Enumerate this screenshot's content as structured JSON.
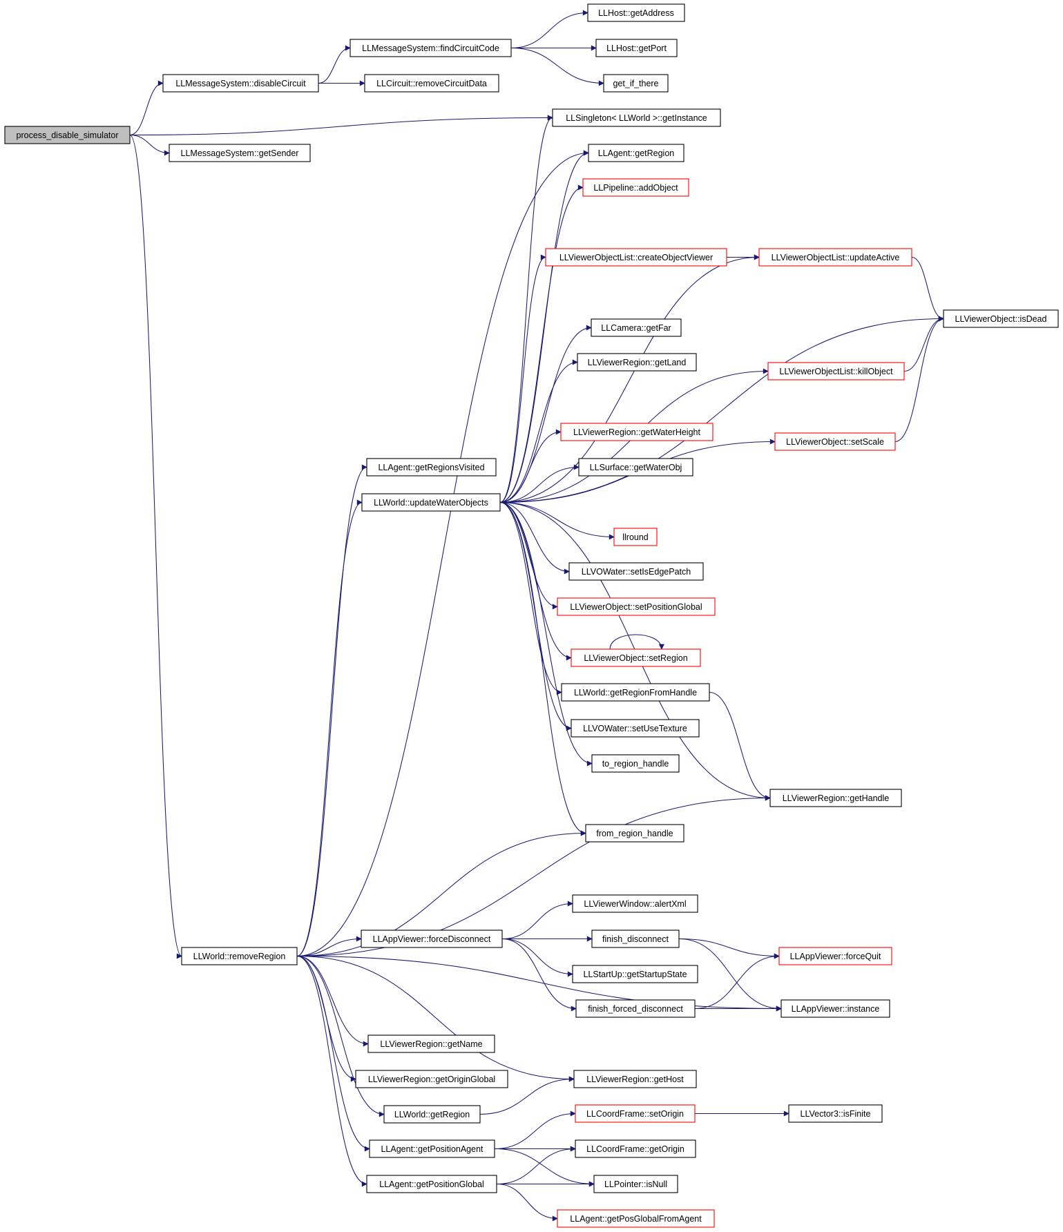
{
  "colors": {
    "edge": "#191970",
    "node_border": "#000000",
    "truncated_node_border": "#ff0000",
    "root_fill": "#bfbfbf"
  },
  "nodes": [
    {
      "id": "process_disable_simulator",
      "label": "process_disable_simulator",
      "root": true
    },
    {
      "id": "disableCircuit",
      "label": "LLMessageSystem::disableCircuit"
    },
    {
      "id": "findCircuitCode",
      "label": "LLMessageSystem::findCircuitCode"
    },
    {
      "id": "getAddress",
      "label": "LLHost::getAddress"
    },
    {
      "id": "getPort",
      "label": "LLHost::getPort"
    },
    {
      "id": "get_if_there",
      "label": "get_if_there"
    },
    {
      "id": "removeCircuitData",
      "label": "LLCircuit::removeCircuitData"
    },
    {
      "id": "getInstance",
      "label": "LLSingleton< LLWorld >::getInstance"
    },
    {
      "id": "getSender",
      "label": "LLMessageSystem::getSender"
    },
    {
      "id": "agentGetRegion",
      "label": "LLAgent::getRegion"
    },
    {
      "id": "addObject",
      "label": "LLPipeline::addObject",
      "red": true
    },
    {
      "id": "createObjectViewer",
      "label": "LLViewerObjectList::createObjectViewer",
      "red": true
    },
    {
      "id": "updateActive",
      "label": "LLViewerObjectList::updateActive",
      "red": true
    },
    {
      "id": "isDead",
      "label": "LLViewerObject::isDead"
    },
    {
      "id": "getFar",
      "label": "LLCamera::getFar"
    },
    {
      "id": "getLand",
      "label": "LLViewerRegion::getLand"
    },
    {
      "id": "killObject",
      "label": "LLViewerObjectList::killObject",
      "red": true
    },
    {
      "id": "getWaterHeight",
      "label": "LLViewerRegion::getWaterHeight",
      "red": true
    },
    {
      "id": "setScale",
      "label": "LLViewerObject::setScale",
      "red": true
    },
    {
      "id": "getRegionsVisited",
      "label": "LLAgent::getRegionsVisited"
    },
    {
      "id": "getWaterObj",
      "label": "LLSurface::getWaterObj"
    },
    {
      "id": "updateWaterObjects",
      "label": "LLWorld::updateWaterObjects"
    },
    {
      "id": "llround",
      "label": "llround",
      "red": true
    },
    {
      "id": "setIsEdgePatch",
      "label": "LLVOWater::setIsEdgePatch"
    },
    {
      "id": "setPositionGlobal",
      "label": "LLViewerObject::setPositionGlobal",
      "red": true
    },
    {
      "id": "setRegion",
      "label": "LLViewerObject::setRegion",
      "red": true
    },
    {
      "id": "getRegionFromHandle",
      "label": "LLWorld::getRegionFromHandle"
    },
    {
      "id": "setUseTexture",
      "label": "LLVOWater::setUseTexture"
    },
    {
      "id": "to_region_handle",
      "label": "to_region_handle"
    },
    {
      "id": "getHandle",
      "label": "LLViewerRegion::getHandle"
    },
    {
      "id": "from_region_handle",
      "label": "from_region_handle"
    },
    {
      "id": "alertXml",
      "label": "LLViewerWindow::alertXml"
    },
    {
      "id": "removeRegion",
      "label": "LLWorld::removeRegion"
    },
    {
      "id": "forceDisconnect",
      "label": "LLAppViewer::forceDisconnect"
    },
    {
      "id": "finish_disconnect",
      "label": "finish_disconnect"
    },
    {
      "id": "forceQuit",
      "label": "LLAppViewer::forceQuit",
      "red": true
    },
    {
      "id": "getStartupState",
      "label": "LLStartUp::getStartupState"
    },
    {
      "id": "finish_forced_disconnect",
      "label": "finish_forced_disconnect"
    },
    {
      "id": "instance",
      "label": "LLAppViewer::instance"
    },
    {
      "id": "getName",
      "label": "LLViewerRegion::getName"
    },
    {
      "id": "getOriginGlobal",
      "label": "LLViewerRegion::getOriginGlobal"
    },
    {
      "id": "getHost",
      "label": "LLViewerRegion::getHost"
    },
    {
      "id": "worldGetRegion",
      "label": "LLWorld::getRegion"
    },
    {
      "id": "setOrigin",
      "label": "LLCoordFrame::setOrigin",
      "red": true
    },
    {
      "id": "isFinite",
      "label": "LLVector3::isFinite"
    },
    {
      "id": "getPositionAgent",
      "label": "LLAgent::getPositionAgent"
    },
    {
      "id": "getOrigin",
      "label": "LLCoordFrame::getOrigin"
    },
    {
      "id": "isNull",
      "label": "LLPointer::isNull"
    },
    {
      "id": "getPositionGlobal",
      "label": "LLAgent::getPositionGlobal"
    },
    {
      "id": "getPosGlobalFromAgent",
      "label": "LLAgent::getPosGlobalFromAgent",
      "red": true
    }
  ],
  "edges": [
    [
      "process_disable_simulator",
      "disableCircuit"
    ],
    [
      "process_disable_simulator",
      "getInstance"
    ],
    [
      "process_disable_simulator",
      "getSender"
    ],
    [
      "process_disable_simulator",
      "removeRegion"
    ],
    [
      "disableCircuit",
      "findCircuitCode"
    ],
    [
      "disableCircuit",
      "removeCircuitData"
    ],
    [
      "findCircuitCode",
      "getAddress"
    ],
    [
      "findCircuitCode",
      "getPort"
    ],
    [
      "findCircuitCode",
      "get_if_there"
    ],
    [
      "updateWaterObjects",
      "getInstance"
    ],
    [
      "updateWaterObjects",
      "agentGetRegion"
    ],
    [
      "updateWaterObjects",
      "addObject"
    ],
    [
      "updateWaterObjects",
      "createObjectViewer"
    ],
    [
      "updateWaterObjects",
      "updateActive"
    ],
    [
      "updateWaterObjects",
      "isDead"
    ],
    [
      "updateWaterObjects",
      "getFar"
    ],
    [
      "updateWaterObjects",
      "getLand"
    ],
    [
      "updateWaterObjects",
      "killObject"
    ],
    [
      "updateWaterObjects",
      "getWaterHeight"
    ],
    [
      "updateWaterObjects",
      "getWaterObj"
    ],
    [
      "updateWaterObjects",
      "setScale"
    ],
    [
      "updateWaterObjects",
      "llround"
    ],
    [
      "updateWaterObjects",
      "setIsEdgePatch"
    ],
    [
      "updateWaterObjects",
      "setPositionGlobal"
    ],
    [
      "updateWaterObjects",
      "setRegion"
    ],
    [
      "updateWaterObjects",
      "getRegionFromHandle"
    ],
    [
      "updateWaterObjects",
      "setUseTexture"
    ],
    [
      "updateWaterObjects",
      "to_region_handle"
    ],
    [
      "updateWaterObjects",
      "getHandle"
    ],
    [
      "updateWaterObjects",
      "from_region_handle"
    ],
    [
      "createObjectViewer",
      "updateActive"
    ],
    [
      "updateActive",
      "isDead"
    ],
    [
      "killObject",
      "isDead"
    ],
    [
      "setScale",
      "isDead"
    ],
    [
      "setRegion",
      "setRegion"
    ],
    [
      "getRegionFromHandle",
      "getHandle"
    ],
    [
      "removeRegion",
      "agentGetRegion"
    ],
    [
      "removeRegion",
      "getRegionsVisited"
    ],
    [
      "removeRegion",
      "updateWaterObjects"
    ],
    [
      "removeRegion",
      "from_region_handle"
    ],
    [
      "removeRegion",
      "getHandle"
    ],
    [
      "removeRegion",
      "forceDisconnect"
    ],
    [
      "removeRegion",
      "instance"
    ],
    [
      "removeRegion",
      "getName"
    ],
    [
      "removeRegion",
      "getOriginGlobal"
    ],
    [
      "removeRegion",
      "getHost"
    ],
    [
      "removeRegion",
      "worldGetRegion"
    ],
    [
      "removeRegion",
      "getPositionAgent"
    ],
    [
      "removeRegion",
      "getPositionGlobal"
    ],
    [
      "forceDisconnect",
      "alertXml"
    ],
    [
      "forceDisconnect",
      "finish_disconnect"
    ],
    [
      "forceDisconnect",
      "getStartupState"
    ],
    [
      "forceDisconnect",
      "finish_forced_disconnect"
    ],
    [
      "finish_disconnect",
      "forceQuit"
    ],
    [
      "finish_disconnect",
      "instance"
    ],
    [
      "finish_forced_disconnect",
      "forceQuit"
    ],
    [
      "finish_forced_disconnect",
      "instance"
    ],
    [
      "worldGetRegion",
      "getHost"
    ],
    [
      "setOrigin",
      "isFinite"
    ],
    [
      "getPositionAgent",
      "setOrigin"
    ],
    [
      "getPositionAgent",
      "getOrigin"
    ],
    [
      "getPositionAgent",
      "isNull"
    ],
    [
      "getPositionGlobal",
      "getOrigin"
    ],
    [
      "getPositionGlobal",
      "isNull"
    ],
    [
      "getPositionGlobal",
      "getPosGlobalFromAgent"
    ]
  ]
}
